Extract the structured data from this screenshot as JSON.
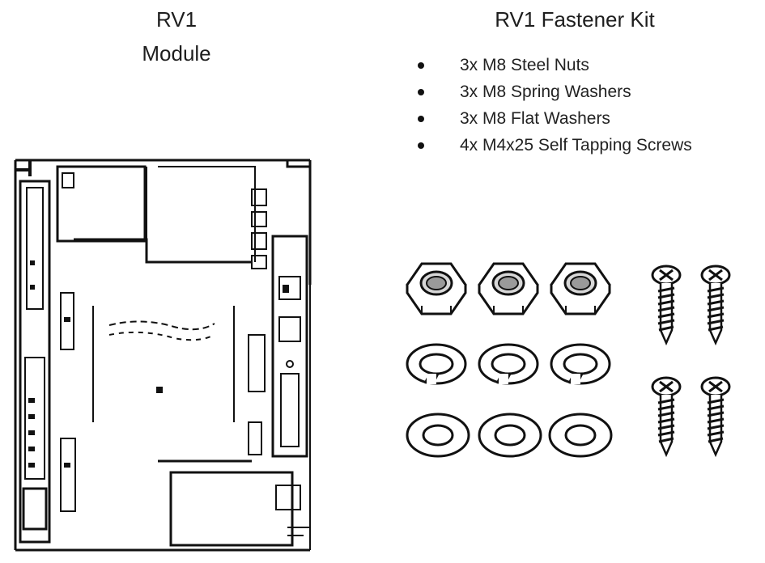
{
  "module": {
    "title_line1": "RV1",
    "title_line2": "Module"
  },
  "fastener_kit": {
    "title": "RV1 Fastener Kit",
    "items": [
      "3x M8 Steel Nuts",
      "3x M8 Spring Washers",
      "3x M8 Flat Washers",
      "4x M4x25 Self Tapping Screws"
    ]
  }
}
